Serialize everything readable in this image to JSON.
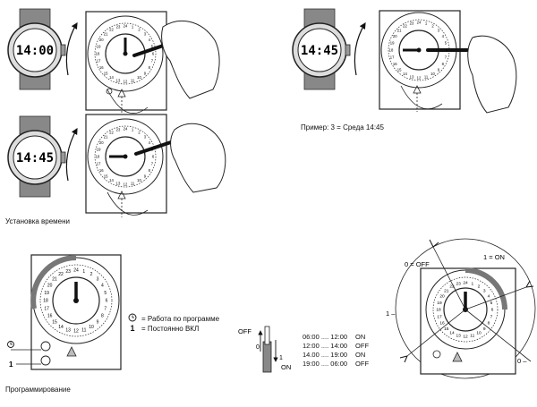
{
  "watches": [
    {
      "time": "14:00"
    },
    {
      "time": "14:45"
    },
    {
      "time": "14:45"
    }
  ],
  "captions": {
    "setting_time": "Установка времени",
    "example": "Пример: 3 = Среда 14:45",
    "programming": "Программирование"
  },
  "legend": [
    {
      "symbol": "clock-icon",
      "text": "= Работа по программе"
    },
    {
      "symbol": "1",
      "text": "= Постоянно ВКЛ"
    }
  ],
  "side_labels": {
    "program_symbol": "clock-icon",
    "on_label": "1"
  },
  "switch": {
    "off_label": "OFF",
    "on_label": "ON",
    "pos0": "0",
    "pos1": "1"
  },
  "schedule": [
    {
      "time": "06:00 .... 12:00",
      "state": "ON"
    },
    {
      "time": "12:00 .... 14:00",
      "state": "OFF"
    },
    {
      "time": "14.00 .... 19:00",
      "state": "ON"
    },
    {
      "time": "19:00 .... 06:00",
      "state": "OFF"
    }
  ],
  "segment_labels": {
    "zero_off": "0 = OFF",
    "one_on": "1 = ON",
    "one_dash": "1 –",
    "zero_dash": "0 –"
  },
  "dial_numbers": [
    "1",
    "2",
    "3",
    "4",
    "5",
    "6",
    "7",
    "8",
    "9",
    "10",
    "11",
    "12",
    "13",
    "14",
    "15",
    "16",
    "17",
    "18",
    "19",
    "20",
    "21",
    "22",
    "23",
    "24"
  ]
}
